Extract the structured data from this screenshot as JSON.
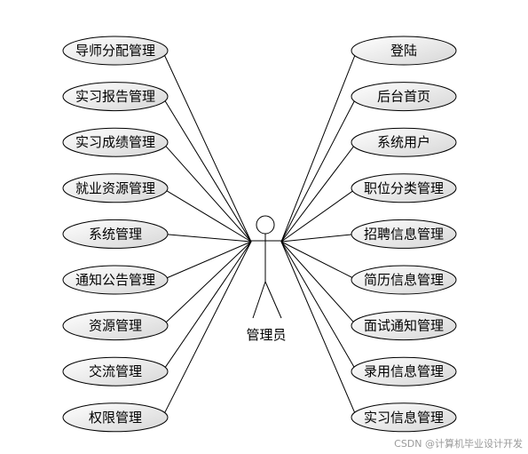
{
  "actor": {
    "label": "管理员"
  },
  "left_use_cases": [
    "导师分配管理",
    "实习报告管理",
    "实习成绩管理",
    "就业资源管理",
    "系统管理",
    "通知公告管理",
    "资源管理",
    "交流管理",
    "权限管理"
  ],
  "right_use_cases": [
    "登陆",
    "后台首页",
    "系统用户",
    "职位分类管理",
    "招聘信息管理",
    "简历信息管理",
    "面试通知管理",
    "录用信息管理",
    "实习信息管理"
  ],
  "watermark": "CSDN @计算机毕业设计开发"
}
